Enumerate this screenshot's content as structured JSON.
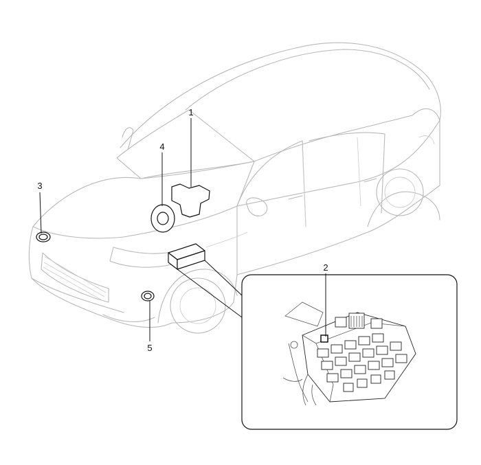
{
  "callouts": [
    {
      "number": "1"
    },
    {
      "number": "2"
    },
    {
      "number": "3"
    },
    {
      "number": "4"
    },
    {
      "number": "5"
    }
  ]
}
